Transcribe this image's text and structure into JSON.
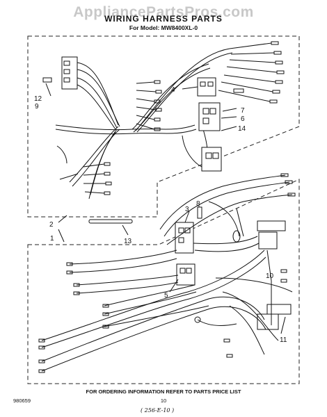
{
  "watermark": "AppliancePartsPros.com",
  "header": {
    "title": "WIRING HARNESS PARTS",
    "model_line": "For Model: MW8400XL-0"
  },
  "callouts": [
    "12",
    "9",
    "4",
    "7",
    "6",
    "14",
    "2",
    "1",
    "13",
    "3",
    "8",
    "5",
    "10",
    "11"
  ],
  "footer": {
    "ordering_note": "FOR ORDERING INFORMATION REFER TO PARTS PRICE LIST",
    "doc_number": "980659",
    "page_number": "10",
    "handwritten": "( 256-E-10 )"
  }
}
